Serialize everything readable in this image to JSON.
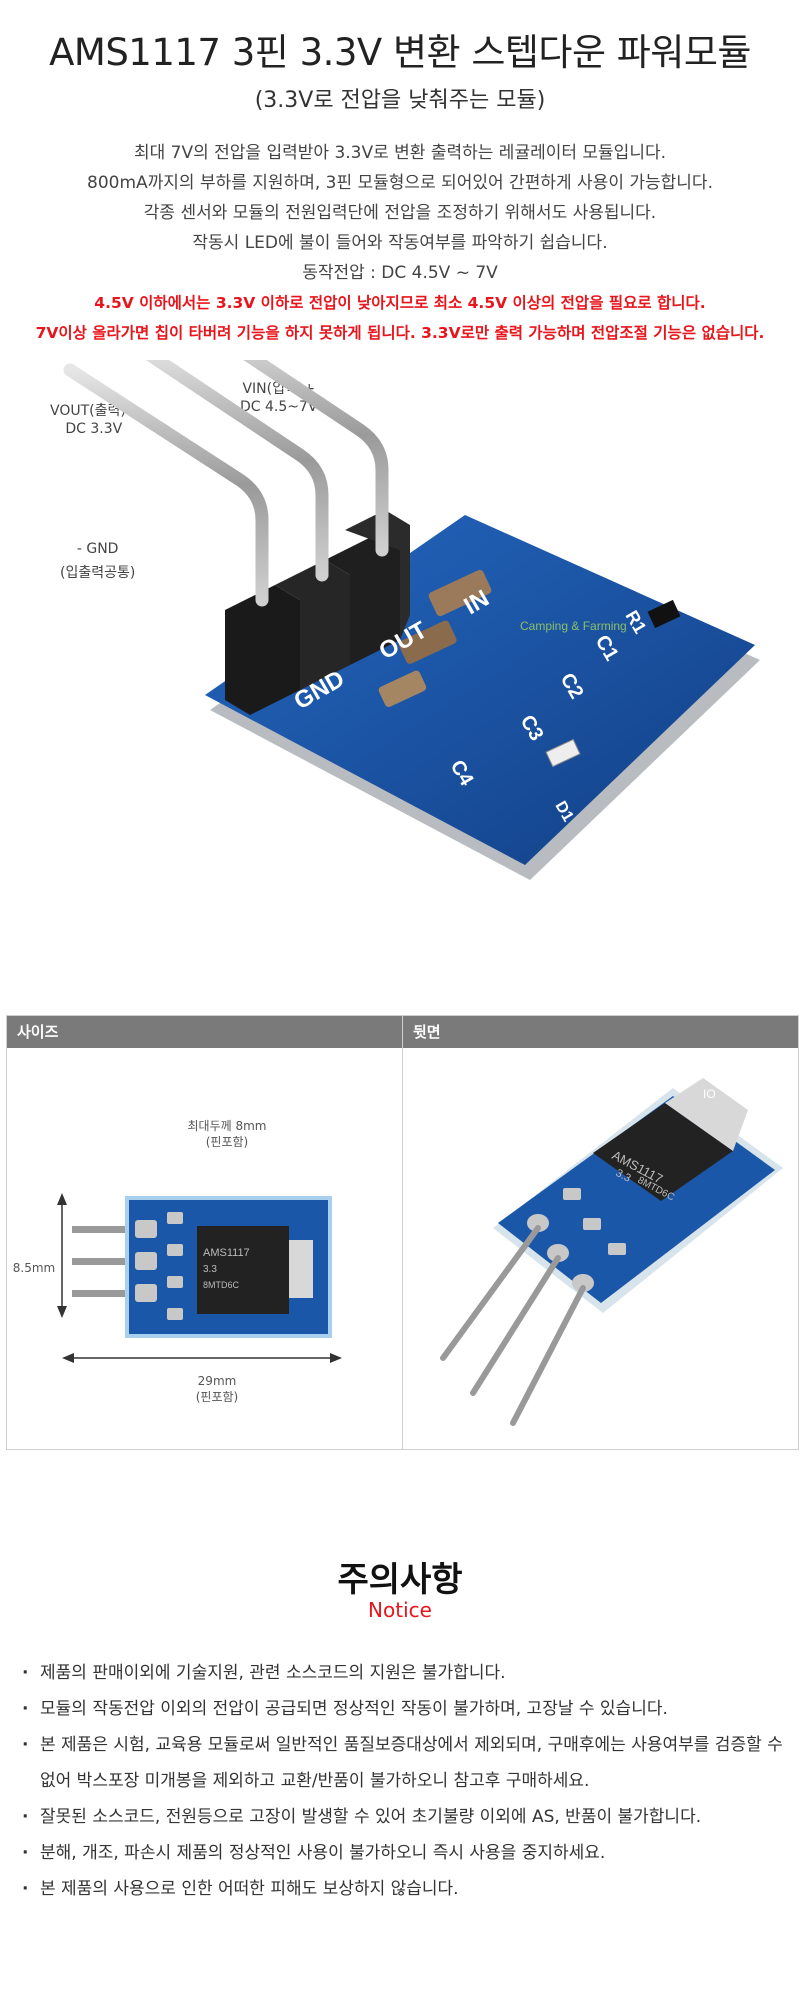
{
  "header": {
    "title": "AMS1117 3핀 3.3V 변환 스텝다운 파워모듈",
    "subtitle": "(3.3V로 전압을 낮춰주는 모듈)"
  },
  "description": {
    "lines": [
      "최대 7V의 전압을 입력받아 3.3V로 변환 출력하는 레귤레이터 모듈입니다.",
      "800mA까지의 부하를 지원하며, 3핀 모듈형으로 되어있어 간편하게 사용이 가능합니다.",
      "각종 센서와 모듈의 전원입력단에 전압을 조정하기 위해서도 사용됩니다.",
      "작동시 LED에 불이 들어와 작동여부를 파악하기 쉽습니다.",
      "동작전압 : DC 4.5V ~ 7V"
    ],
    "warnings": [
      "4.5V 이하에서는 3.3V 이하로 전압이 낮아지므로 최소 4.5V 이상의 전압을 필요로 합니다.",
      "7V이상 올라가면 칩이 타버려 기능을 하지 못하게 됩니다. 3.3V로만 출력 가능하며 전압조절 기능은 없습니다."
    ]
  },
  "product_photo": {
    "vin_label": "VIN(입력)+",
    "vin_range": "DC 4.5~7V",
    "vout_label": "VOUT(출력)+",
    "vout_value": "DC 3.3V",
    "gnd_label": "- GND",
    "gnd_note": "(입출력공통)",
    "silk_gnd": "GND",
    "silk_out": "OUT",
    "silk_in": "IN",
    "silk_c1": "C1",
    "silk_c2": "C2",
    "silk_c3": "C3",
    "silk_c4": "C4",
    "silk_r1": "R1",
    "silk_d1": "D1",
    "watermark": "Camping & Farming"
  },
  "size_panel": {
    "header": "사이즈",
    "thickness": "최대두께 8mm",
    "thickness_note": "(핀포함)",
    "height": "8.5mm",
    "width": "29mm",
    "width_note": "(핀포함)",
    "chip_text": "AMS1117",
    "chip_sub": "3.3",
    "chip_sub2": "8MTD6C"
  },
  "back_panel": {
    "header": "뒷면",
    "chip_text": "AMS1117",
    "chip_sub": "3.3",
    "chip_sub2": "8MTD6C",
    "silk": "IO"
  },
  "notice": {
    "title": "주의사항",
    "subtitle": "Notice",
    "items": [
      "제품의 판매이외에 기술지원, 관련 소스코드의 지원은 불가합니다.",
      "모듈의 작동전압 이외의 전압이 공급되면 정상적인 작동이 불가하며, 고장날 수 있습니다.",
      "본 제품은 시험, 교육용 모듈로써 일반적인 품질보증대상에서 제외되며, 구매후에는 사용여부를 검증할 수 없어 박스포장 미개봉을 제외하고 교환/반품이 불가하오니 참고후 구매하세요.",
      "잘못된 소스코드, 전원등으로 고장이 발생할 수 있어 초기불량 이외에 AS, 반품이 불가합니다.",
      "분해, 개조, 파손시 제품의 정상적인 사용이 불가하오니 즉시 사용을 중지하세요.",
      "본 제품의 사용으로 인한 어떠한 피해도 보상하지 않습니다."
    ]
  },
  "colors": {
    "pcb": "#1b57a8",
    "warning": "#e8161c",
    "panel_header": "#7a7a7a"
  }
}
